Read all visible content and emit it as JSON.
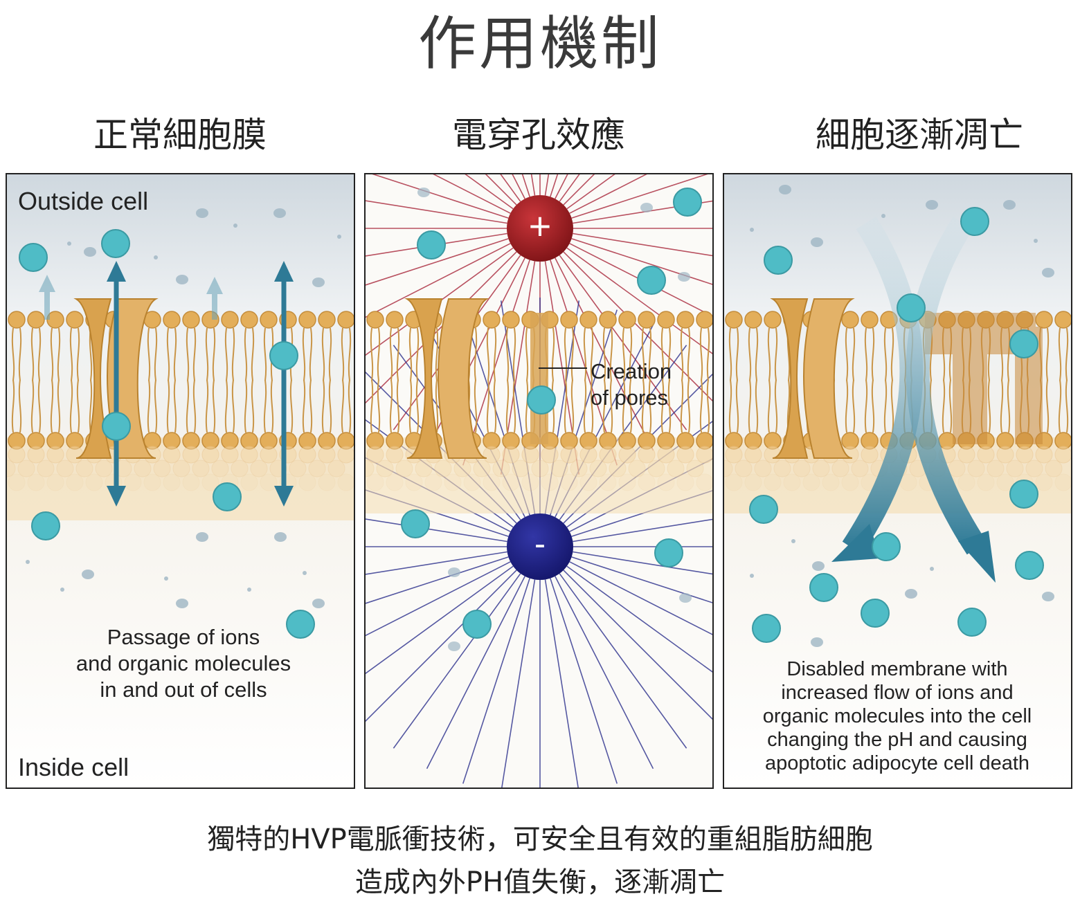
{
  "title": "作用機制",
  "panels": [
    {
      "heading": "正常細胞膜",
      "outside_label": "Outside cell",
      "inside_label": "Inside cell",
      "description": "Passage of ions\nand organic molecules\nin and out of cells"
    },
    {
      "heading": "電穿孔效應",
      "positive_symbol": "+",
      "negative_symbol": "-",
      "pores_label": "Creation\nof pores"
    },
    {
      "heading": "細胞逐漸凋亡",
      "description": "Disabled membrane with\nincreased flow of ions and\norganic molecules into the cell\nchanging the pH and causing\napoptotic adipocyte cell death"
    }
  ],
  "captions": [
    "獨特的HVP電脈衝技術，可安全且有效的重組脂肪細胞",
    "造成內外PH值失衡，逐漸凋亡"
  ],
  "colors": {
    "ion": "#4fbcc6",
    "arrow": "#2e7a96",
    "lipid": "#e3ae5a",
    "channel": "#d9a24e",
    "positive_electrode": "#9b1b1f",
    "negative_electrode": "#1d1f7a",
    "field_positive": "#a8263a",
    "field_negative": "#2b2f8c"
  }
}
